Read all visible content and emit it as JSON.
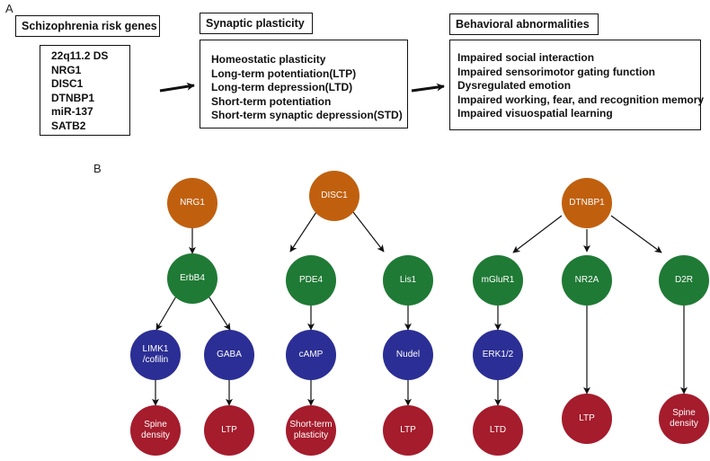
{
  "panel_a": {
    "label": "A",
    "risk_genes": {
      "title": "Schizophrenia risk genes",
      "items": [
        "22q11.2 DS",
        "NRG1",
        "DISC1",
        "DTNBP1",
        "miR-137",
        "SATB2"
      ]
    },
    "synaptic_plasticity": {
      "title": "Synaptic plasticity",
      "items": [
        "Homeostatic plasticity",
        "Long-term potentiation(LTP)",
        "Long-term depression(LTD)",
        "Short-term potentiation",
        "Short-term synaptic depression(STD)"
      ]
    },
    "behavioral": {
      "title": "Behavioral abnormalities",
      "items": [
        "Impaired social interaction",
        "Impaired sensorimotor gating function",
        "Dysregulated emotion",
        "Impaired working, fear, and recognition memory",
        "Impaired visuospatial learning"
      ]
    }
  },
  "panel_b": {
    "label": "B",
    "colors": {
      "gene": "#c0600f",
      "receptor": "#1f7a35",
      "mediator": "#2b2e94",
      "outcome": "#a51c2c"
    },
    "nodes": {
      "nrg1": "NRG1",
      "erbb4": "ErbB4",
      "limk1": "LIMK1\n/cofilin",
      "gaba": "GABA",
      "spine1": "Spine\ndensity",
      "ltp1": "LTP",
      "disc1": "DISC1",
      "pde4": "PDE4",
      "lis1": "Lis1",
      "camp": "cAMP",
      "nudel": "Nudel",
      "stp": "Short-term\nplasticity",
      "ltp2": "LTP",
      "dtnbp1": "DTNBP1",
      "mglur1": "mGluR1",
      "nr2a": "NR2A",
      "d2r": "D2R",
      "erk": "ERK1/2",
      "ltd": "LTD",
      "ltp3": "LTP",
      "spine2": "Spine\ndensity"
    }
  }
}
